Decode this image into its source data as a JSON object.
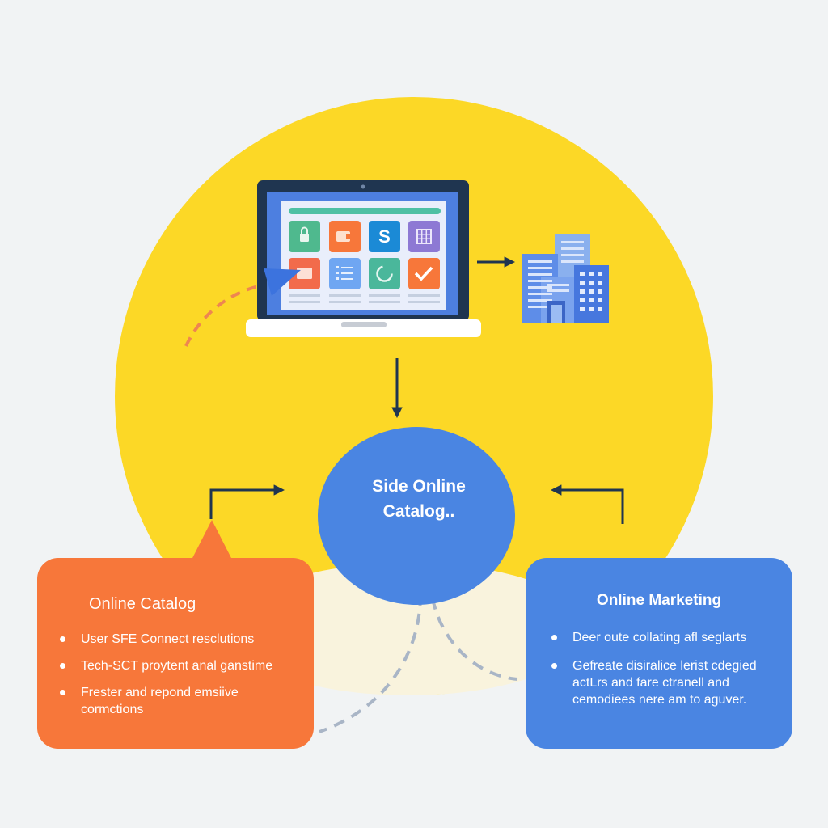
{
  "colors": {
    "background": "#f1f3f4",
    "yellow_circle": "#fcd826",
    "cream_ellipse": "#f9f3dd",
    "blue": "#4a85e2",
    "orange": "#f7773a",
    "navy": "#1f3550",
    "dashed_gray": "#a9b5c6",
    "dashed_orange": "#ee8650"
  },
  "icons": [
    "lock-icon",
    "wallet-icon",
    "s-app-icon",
    "grid-icon",
    "mail-icon",
    "list-icon",
    "refresh-icon",
    "check-icon",
    "buildings-icon",
    "cursor-pointer-icon"
  ],
  "center": {
    "line1": "Side Online",
    "line2": "Catalog.."
  },
  "left_card": {
    "title": "Online Catalog",
    "items": [
      "User SFE Connect resclutions",
      "Tech-SCT proytent anal ganstime",
      "Frester and repond emsiive cormctions"
    ]
  },
  "right_card": {
    "title": "Online Marketing",
    "items": [
      "Deer oute collating afl seglarts",
      "Gefreate disiralice lerist cdegied actLrs and fare ctranell and cemodiees nere am to aguver."
    ]
  }
}
